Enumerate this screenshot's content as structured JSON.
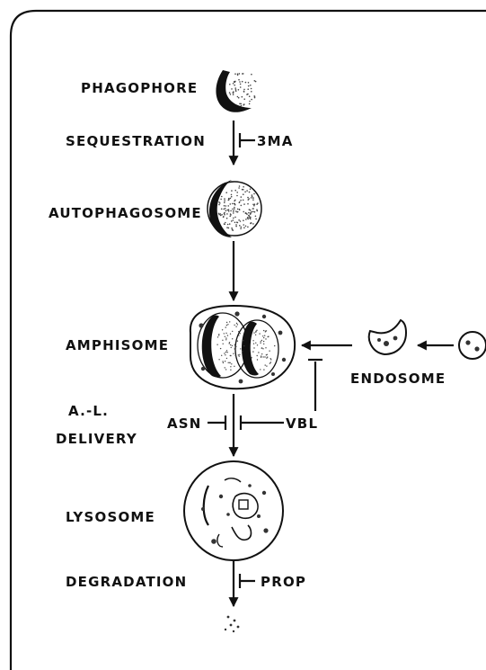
{
  "labels": {
    "phagophore": "PHAGOPHORE",
    "sequestration": "SEQUESTRATION",
    "inhibitor_3ma": "3MA",
    "autophagosome": "AUTOPHAGOSOME",
    "amphisome": "AMPHISOME",
    "endosome": "ENDOSOME",
    "al_line1": "A.-L.",
    "al_line2": "DELIVERY",
    "inhibitor_asn": "ASN",
    "inhibitor_vbl": "VBL",
    "lysosome": "LYSOSOME",
    "degradation": "DEGRADATION",
    "inhibitor_prop": "PROP"
  },
  "colors": {
    "ink": "#111111",
    "background": "#ffffff"
  }
}
